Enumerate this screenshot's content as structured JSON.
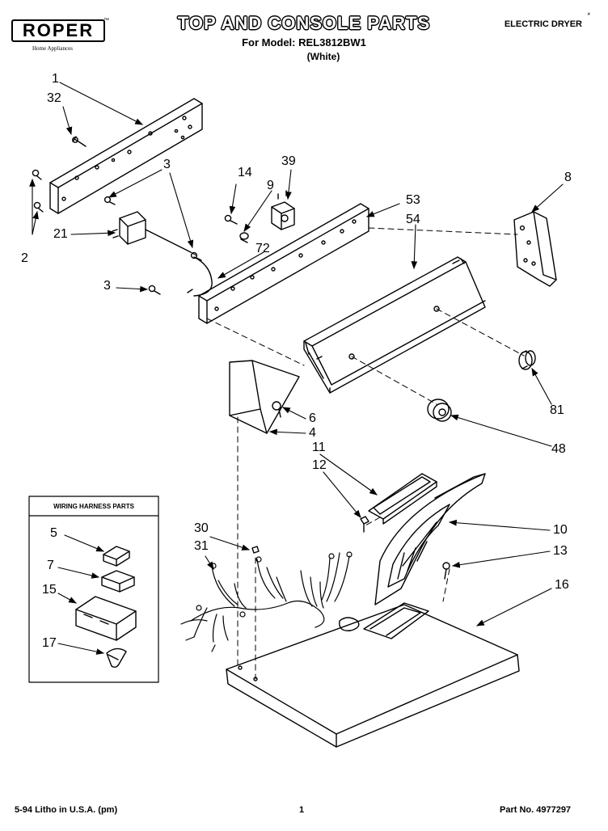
{
  "header": {
    "brand": "ROPER",
    "brand_tm": "™",
    "brand_sub": "Home Appliances",
    "title": "TOP AND CONSOLE PARTS",
    "model_line": "For Model: REL3812BW1",
    "color_line": "(White)",
    "product_type": "ELECTRIC DRYER",
    "asterisk": "*"
  },
  "wiring_box": {
    "title": "WIRING HARNESS PARTS"
  },
  "callouts": [
    "1",
    "32",
    "3",
    "14",
    "39",
    "9",
    "53",
    "54",
    "8",
    "2",
    "21",
    "72",
    "3",
    "6",
    "4",
    "81",
    "48",
    "11",
    "12",
    "10",
    "13",
    "16",
    "30",
    "31",
    "5",
    "7",
    "15",
    "17"
  ],
  "footer": {
    "litho": "5-94 Litho in U.S.A. (pm)",
    "page": "1",
    "part_no": "Part No. 4977297"
  }
}
